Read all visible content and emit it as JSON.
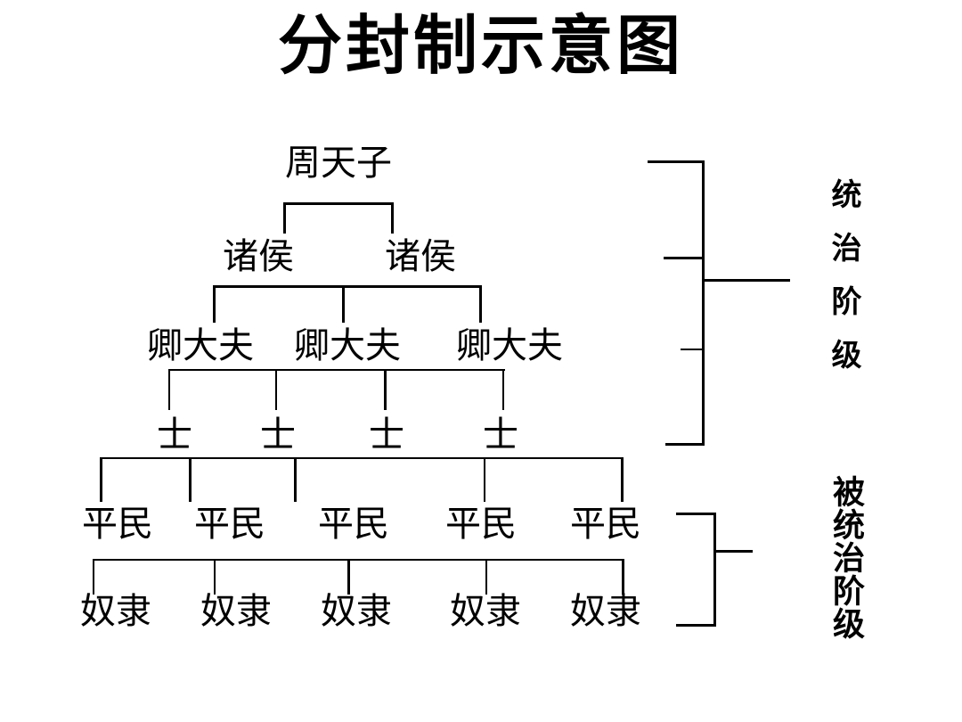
{
  "title": "分封制示意图",
  "diagram": {
    "levels": [
      {
        "id": "level-1",
        "label": "周天子",
        "count": 1,
        "nodes": [
          "周天子"
        ]
      },
      {
        "id": "level-2",
        "label": "诸侯",
        "count": 2,
        "nodes": [
          "诸侯",
          "诸侯"
        ]
      },
      {
        "id": "level-3",
        "label": "卿大夫",
        "count": 3,
        "nodes": [
          "卿大夫",
          "卿大夫",
          "卿大夫"
        ]
      },
      {
        "id": "level-4",
        "label": "士",
        "count": 4,
        "nodes": [
          "士",
          "士",
          "士",
          "士"
        ]
      },
      {
        "id": "level-5",
        "label": "平民",
        "count": 5,
        "nodes": [
          "平民",
          "平民",
          "平民",
          "平民",
          "平民"
        ]
      },
      {
        "id": "level-6",
        "label": "奴隶",
        "count": 5,
        "nodes": [
          "奴隶",
          "奴隶",
          "奴隶",
          "奴隶",
          "奴隶"
        ]
      }
    ],
    "brackets": [
      {
        "id": "ruling-class",
        "label": "统治阶级",
        "covers": [
          "周天子",
          "诸侯",
          "卿大夫",
          "士"
        ]
      },
      {
        "id": "ruled-class",
        "label": "被统治阶级",
        "covers": [
          "平民",
          "奴隶"
        ]
      }
    ]
  },
  "colors": {
    "background": "#ffffff",
    "ink": "#000000",
    "line": "#000000"
  }
}
